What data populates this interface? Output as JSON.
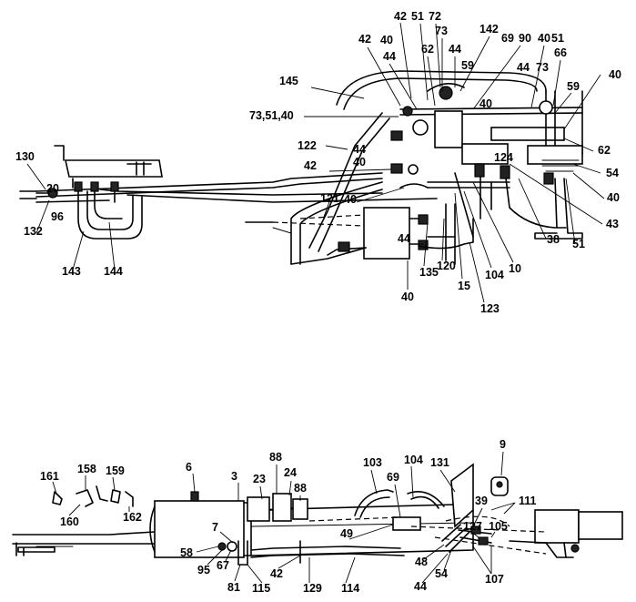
{
  "top_view": {
    "callouts": [
      "42",
      "51",
      "72",
      "73",
      "62",
      "44",
      "142",
      "69",
      "90",
      "40",
      "51",
      "66",
      "59",
      "40",
      "44",
      "73",
      "40",
      "59",
      "40",
      "145",
      "42",
      "44",
      "73,51,40",
      "122",
      "44",
      "40",
      "62",
      "124",
      "54",
      "130",
      "20",
      "42",
      "40",
      "40",
      "96",
      "132",
      "121",
      "43",
      "143",
      "144",
      "44",
      "38",
      "51",
      "40",
      "135",
      "120",
      "104",
      "10",
      "15",
      "123"
    ]
  },
  "bottom_view": {
    "callouts": [
      "6",
      "3",
      "88",
      "23",
      "24",
      "88",
      "103",
      "104",
      "69",
      "131",
      "9",
      "161",
      "158",
      "159",
      "160",
      "162",
      "39",
      "111",
      "7",
      "49",
      "127",
      "105",
      "58",
      "95",
      "67",
      "81",
      "115",
      "42",
      "129",
      "114",
      "48",
      "54",
      "44",
      "107"
    ]
  }
}
